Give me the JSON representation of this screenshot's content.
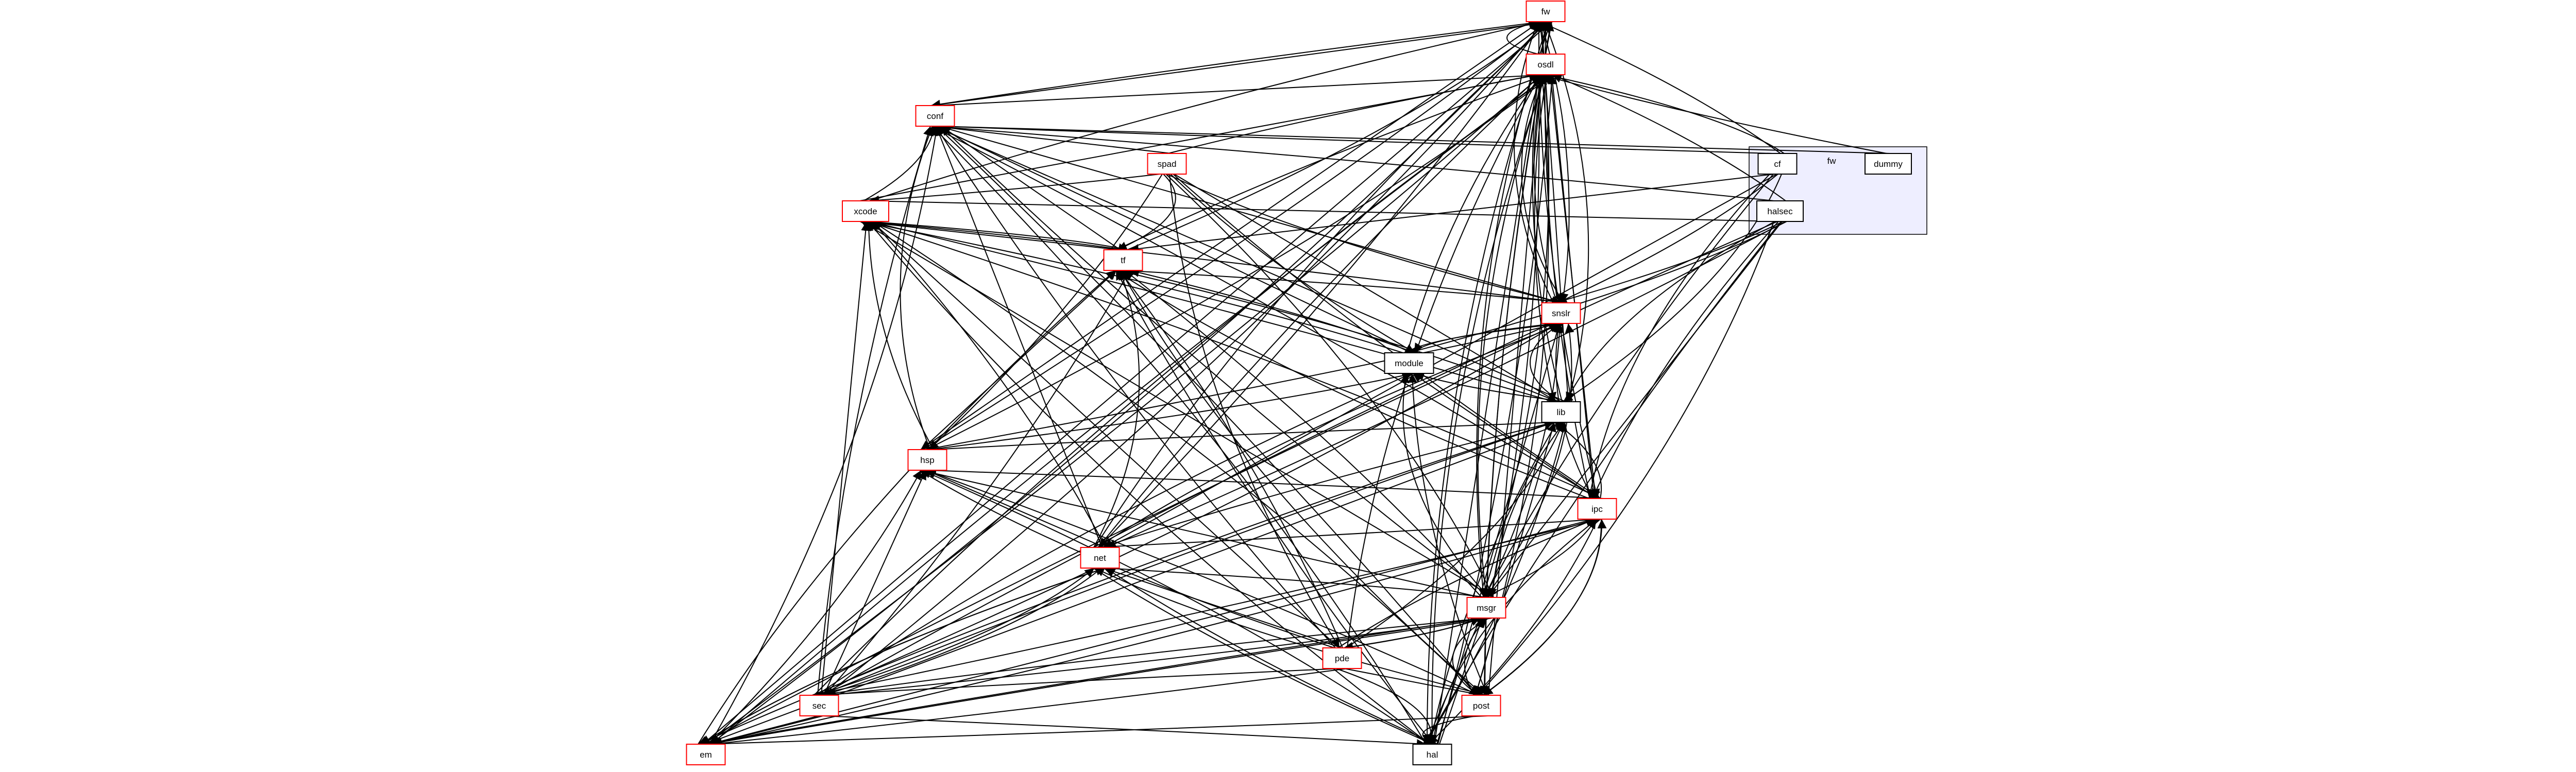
{
  "title": "",
  "cluster": {
    "label": "fw",
    "fill": "#eeeeff",
    "stroke": "#000000"
  },
  "colors": {
    "node_red_border": "#ff0000",
    "node_black_border": "#000000",
    "edge": "#000000",
    "background": "#ffffff"
  },
  "nodes": [
    {
      "id": "fw_top",
      "label": "fw",
      "border": "red"
    },
    {
      "id": "osdl",
      "label": "osdl",
      "border": "red"
    },
    {
      "id": "conf",
      "label": "conf",
      "border": "red"
    },
    {
      "id": "cf",
      "label": "cf",
      "border": "black"
    },
    {
      "id": "dummy",
      "label": "dummy",
      "border": "black"
    },
    {
      "id": "halsec",
      "label": "halsec",
      "border": "black"
    },
    {
      "id": "spad",
      "label": "spad",
      "border": "red"
    },
    {
      "id": "xcode",
      "label": "xcode",
      "border": "red"
    },
    {
      "id": "tf",
      "label": "tf",
      "border": "red"
    },
    {
      "id": "snslr",
      "label": "snslr",
      "border": "red"
    },
    {
      "id": "module",
      "label": "module",
      "border": "black"
    },
    {
      "id": "lib",
      "label": "lib",
      "border": "black"
    },
    {
      "id": "hsp",
      "label": "hsp",
      "border": "red"
    },
    {
      "id": "ipc",
      "label": "ipc",
      "border": "red"
    },
    {
      "id": "net",
      "label": "net",
      "border": "red"
    },
    {
      "id": "msgr",
      "label": "msgr",
      "border": "red"
    },
    {
      "id": "pde",
      "label": "pde",
      "border": "red"
    },
    {
      "id": "sec",
      "label": "sec",
      "border": "red"
    },
    {
      "id": "post",
      "label": "post",
      "border": "red"
    },
    {
      "id": "em",
      "label": "em",
      "border": "red"
    },
    {
      "id": "hal",
      "label": "hal",
      "border": "black"
    }
  ],
  "edges": [
    [
      "osdl",
      "fw_top"
    ],
    [
      "conf",
      "fw_top"
    ],
    [
      "conf",
      "osdl"
    ],
    [
      "cf",
      "fw_top"
    ],
    [
      "cf",
      "osdl"
    ],
    [
      "cf",
      "conf"
    ],
    [
      "dummy",
      "osdl"
    ],
    [
      "dummy",
      "conf"
    ],
    [
      "halsec",
      "osdl"
    ],
    [
      "halsec",
      "conf"
    ],
    [
      "halsec",
      "xcode"
    ],
    [
      "spad",
      "osdl"
    ],
    [
      "spad",
      "conf"
    ],
    [
      "spad",
      "xcode"
    ],
    [
      "spad",
      "tf"
    ],
    [
      "spad",
      "snslr"
    ],
    [
      "spad",
      "module"
    ],
    [
      "spad",
      "lib"
    ],
    [
      "spad",
      "hsp"
    ],
    [
      "spad",
      "msgr"
    ],
    [
      "spad",
      "pde"
    ],
    [
      "spad",
      "ipc"
    ],
    [
      "xcode",
      "osdl"
    ],
    [
      "xcode",
      "conf"
    ],
    [
      "xcode",
      "tf"
    ],
    [
      "xcode",
      "fw_top"
    ],
    [
      "tf",
      "osdl"
    ],
    [
      "tf",
      "conf"
    ],
    [
      "tf",
      "xcode"
    ],
    [
      "tf",
      "fw_top"
    ],
    [
      "snslr",
      "fw_top"
    ],
    [
      "snslr",
      "osdl"
    ],
    [
      "snslr",
      "conf"
    ],
    [
      "snslr",
      "xcode"
    ],
    [
      "snslr",
      "tf"
    ],
    [
      "snslr",
      "module"
    ],
    [
      "module",
      "osdl"
    ],
    [
      "module",
      "conf"
    ],
    [
      "module",
      "tf"
    ],
    [
      "module",
      "xcode"
    ],
    [
      "module",
      "snslr"
    ],
    [
      "lib",
      "osdl"
    ],
    [
      "lib",
      "conf"
    ],
    [
      "lib",
      "xcode"
    ],
    [
      "lib",
      "tf"
    ],
    [
      "lib",
      "snslr"
    ],
    [
      "lib",
      "module"
    ],
    [
      "lib",
      "fw_top"
    ],
    [
      "hsp",
      "fw_top"
    ],
    [
      "hsp",
      "osdl"
    ],
    [
      "hsp",
      "conf"
    ],
    [
      "hsp",
      "xcode"
    ],
    [
      "hsp",
      "tf"
    ],
    [
      "hsp",
      "snslr"
    ],
    [
      "hsp",
      "module"
    ],
    [
      "hsp",
      "lib"
    ],
    [
      "ipc",
      "fw_top"
    ],
    [
      "ipc",
      "osdl"
    ],
    [
      "ipc",
      "conf"
    ],
    [
      "ipc",
      "xcode"
    ],
    [
      "ipc",
      "tf"
    ],
    [
      "ipc",
      "snslr"
    ],
    [
      "ipc",
      "module"
    ],
    [
      "ipc",
      "lib"
    ],
    [
      "ipc",
      "hsp"
    ],
    [
      "net",
      "fw_top"
    ],
    [
      "net",
      "osdl"
    ],
    [
      "net",
      "conf"
    ],
    [
      "net",
      "xcode"
    ],
    [
      "net",
      "tf"
    ],
    [
      "net",
      "snslr"
    ],
    [
      "net",
      "lib"
    ],
    [
      "net",
      "hsp"
    ],
    [
      "net",
      "ipc"
    ],
    [
      "msgr",
      "fw_top"
    ],
    [
      "msgr",
      "osdl"
    ],
    [
      "msgr",
      "conf"
    ],
    [
      "msgr",
      "xcode"
    ],
    [
      "msgr",
      "tf"
    ],
    [
      "msgr",
      "snslr"
    ],
    [
      "msgr",
      "module"
    ],
    [
      "msgr",
      "lib"
    ],
    [
      "msgr",
      "hsp"
    ],
    [
      "msgr",
      "ipc"
    ],
    [
      "msgr",
      "net"
    ],
    [
      "pde",
      "osdl"
    ],
    [
      "pde",
      "conf"
    ],
    [
      "pde",
      "xcode"
    ],
    [
      "pde",
      "tf"
    ],
    [
      "pde",
      "lib"
    ],
    [
      "pde",
      "hsp"
    ],
    [
      "pde",
      "ipc"
    ],
    [
      "pde",
      "net"
    ],
    [
      "pde",
      "msgr"
    ],
    [
      "sec",
      "fw_top"
    ],
    [
      "sec",
      "osdl"
    ],
    [
      "sec",
      "conf"
    ],
    [
      "sec",
      "xcode"
    ],
    [
      "sec",
      "tf"
    ],
    [
      "sec",
      "snslr"
    ],
    [
      "sec",
      "module"
    ],
    [
      "sec",
      "lib"
    ],
    [
      "sec",
      "hsp"
    ],
    [
      "sec",
      "ipc"
    ],
    [
      "sec",
      "net"
    ],
    [
      "sec",
      "msgr"
    ],
    [
      "post",
      "fw_top"
    ],
    [
      "post",
      "osdl"
    ],
    [
      "post",
      "conf"
    ],
    [
      "post",
      "xcode"
    ],
    [
      "post",
      "tf"
    ],
    [
      "post",
      "module"
    ],
    [
      "post",
      "lib"
    ],
    [
      "post",
      "hsp"
    ],
    [
      "post",
      "ipc"
    ],
    [
      "post",
      "net"
    ],
    [
      "post",
      "msgr"
    ],
    [
      "em",
      "fw_top"
    ],
    [
      "em",
      "osdl"
    ],
    [
      "em",
      "conf"
    ],
    [
      "em",
      "tf"
    ],
    [
      "em",
      "snslr"
    ],
    [
      "em",
      "lib"
    ],
    [
      "em",
      "hsp"
    ],
    [
      "em",
      "ipc"
    ],
    [
      "em",
      "net"
    ],
    [
      "em",
      "msgr"
    ],
    [
      "hal",
      "fw_top"
    ],
    [
      "hal",
      "osdl"
    ],
    [
      "hal",
      "conf"
    ],
    [
      "hal",
      "xcode"
    ],
    [
      "hal",
      "tf"
    ],
    [
      "hal",
      "snslr"
    ],
    [
      "hal",
      "lib"
    ],
    [
      "hal",
      "hsp"
    ],
    [
      "hal",
      "ipc"
    ],
    [
      "hal",
      "net"
    ],
    [
      "hal",
      "msgr"
    ],
    [
      "msgr",
      "pde"
    ],
    [
      "msgr",
      "sec"
    ],
    [
      "msgr",
      "post"
    ],
    [
      "msgr",
      "em"
    ],
    [
      "msgr",
      "hal"
    ],
    [
      "msgr",
      "snslr"
    ],
    [
      "net",
      "sec"
    ],
    [
      "net",
      "em"
    ],
    [
      "net",
      "hal"
    ],
    [
      "ipc",
      "em"
    ],
    [
      "ipc",
      "hal"
    ],
    [
      "ipc",
      "post"
    ],
    [
      "lib",
      "em"
    ],
    [
      "lib",
      "hal"
    ],
    [
      "sec",
      "em"
    ],
    [
      "sec",
      "hal"
    ],
    [
      "post",
      "em"
    ],
    [
      "post",
      "hal"
    ],
    [
      "pde",
      "sec"
    ],
    [
      "pde",
      "post"
    ],
    [
      "pde",
      "em"
    ],
    [
      "pde",
      "hal"
    ],
    [
      "osdl",
      "snslr"
    ],
    [
      "osdl",
      "lib"
    ],
    [
      "osdl",
      "ipc"
    ],
    [
      "osdl",
      "msgr"
    ],
    [
      "osdl",
      "post"
    ],
    [
      "osdl",
      "hal"
    ],
    [
      "osdl",
      "em"
    ],
    [
      "fw_top",
      "conf"
    ],
    [
      "fw_top",
      "snslr"
    ],
    [
      "fw_top",
      "lib"
    ],
    [
      "fw_top",
      "msgr"
    ],
    [
      "fw_top",
      "post"
    ],
    [
      "fw_top",
      "hsp"
    ],
    [
      "fw_top",
      "net"
    ],
    [
      "fw_top",
      "em"
    ],
    [
      "fw_top",
      "hal"
    ],
    [
      "fw_top",
      "ipc"
    ],
    [
      "cf",
      "tf"
    ],
    [
      "cf",
      "snslr"
    ],
    [
      "cf",
      "lib"
    ],
    [
      "cf",
      "ipc"
    ],
    [
      "cf",
      "msgr"
    ],
    [
      "cf",
      "net"
    ],
    [
      "halsec",
      "snslr"
    ],
    [
      "halsec",
      "module"
    ],
    [
      "halsec",
      "lib"
    ],
    [
      "halsec",
      "ipc"
    ],
    [
      "halsec",
      "msgr"
    ],
    [
      "halsec",
      "net"
    ],
    [
      "halsec",
      "post"
    ],
    [
      "halsec",
      "sec"
    ],
    [
      "halsec",
      "hal"
    ]
  ]
}
